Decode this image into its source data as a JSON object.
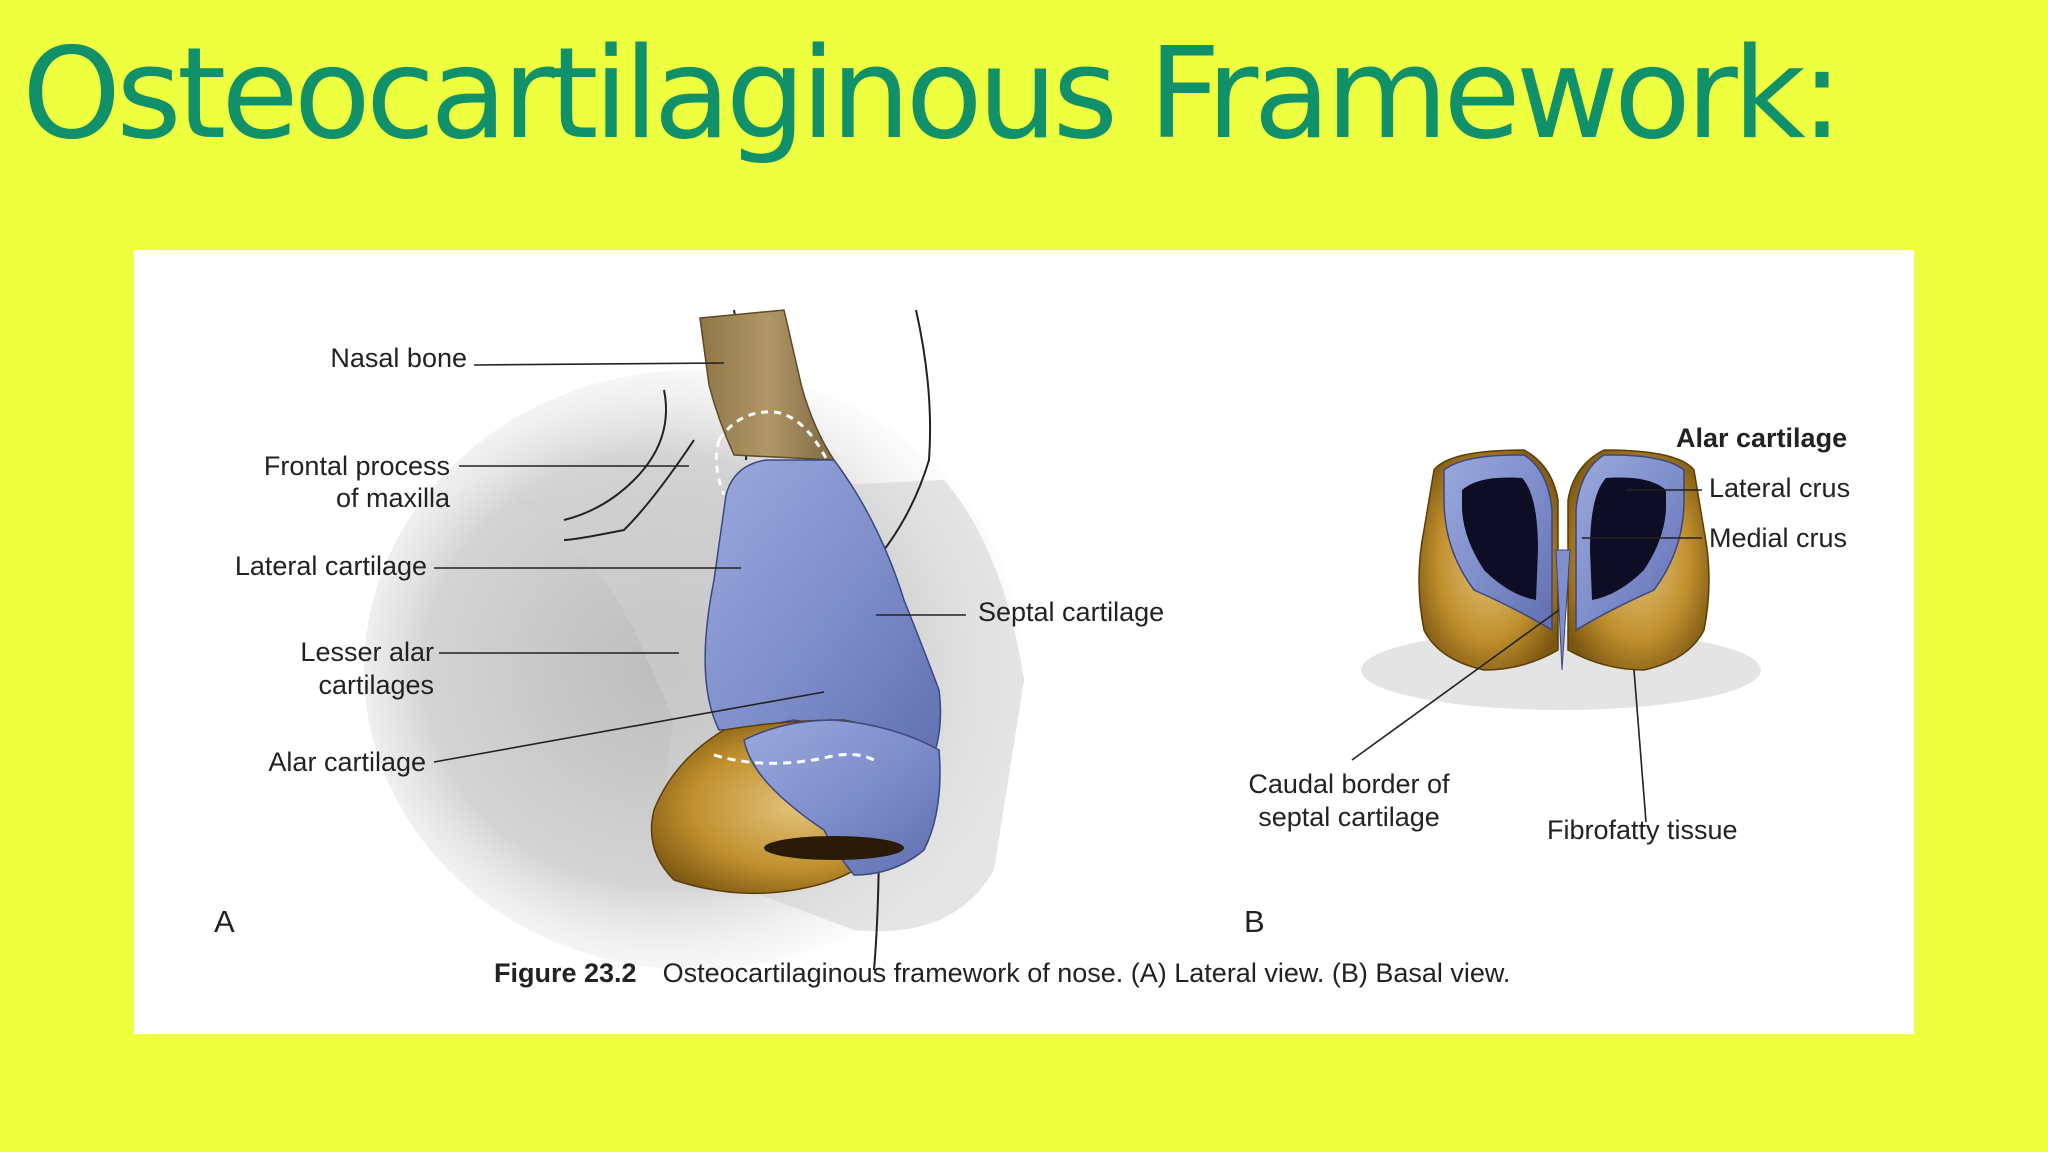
{
  "slide": {
    "title": "Osteocartilaginous Framework:",
    "background": "#eeff3f",
    "title_color": "#11916a"
  },
  "figure": {
    "panel_a": {
      "letter": "A",
      "labels": {
        "nasal_bone": "Nasal bone",
        "frontal_process_1": "Frontal process",
        "frontal_process_2": "of maxilla",
        "lateral_cartilage": "Lateral cartilage",
        "lesser_alar_1": "Lesser alar",
        "lesser_alar_2": "cartilages",
        "alar_cartilage": "Alar cartilage",
        "septal_cartilage": "Septal cartilage"
      }
    },
    "panel_b": {
      "letter": "B",
      "labels": {
        "heading": "Alar cartilage",
        "lateral_crus": "Lateral crus",
        "medial_crus": "Medial crus",
        "caudal_border_1": "Caudal border of",
        "caudal_border_2": "septal cartilage",
        "fibrofatty": "Fibrofatty tissue"
      }
    },
    "caption": {
      "number": "Figure 23.2",
      "text": "Osteocartilaginous framework of nose. (A) Lateral view. (B) Basal view."
    },
    "colors": {
      "cartilage_blue": "#7f8fcb",
      "bone_tan": "#a48a5a",
      "fibrofatty_gold": "#c0902e"
    }
  }
}
